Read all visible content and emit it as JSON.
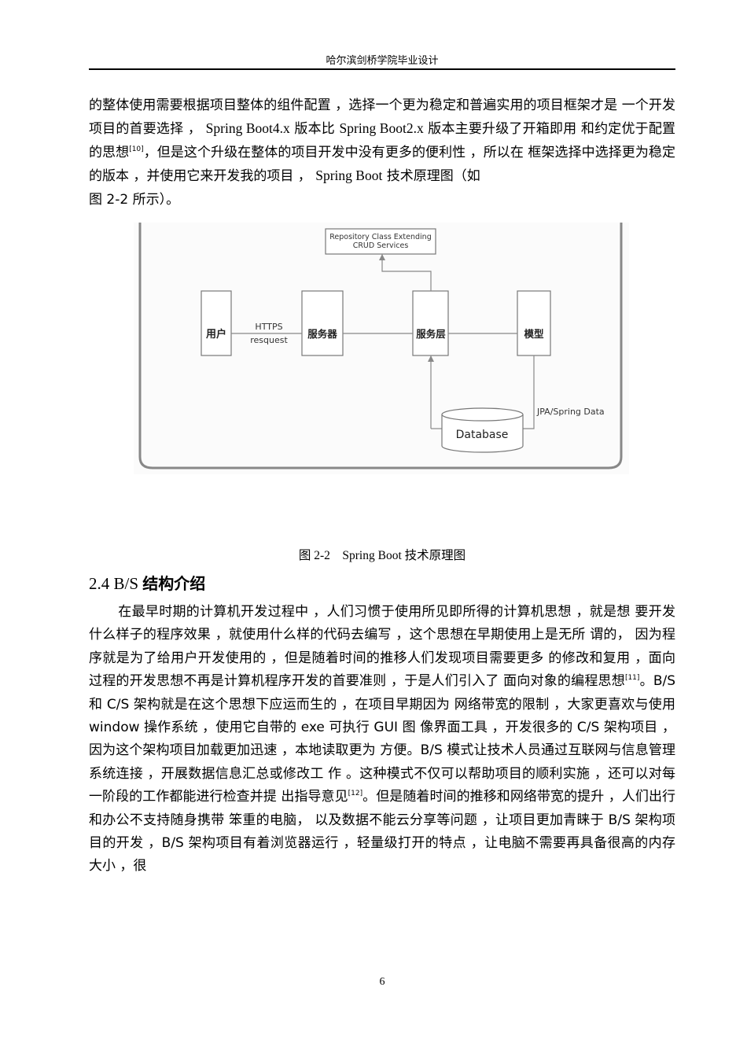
{
  "header": {
    "title": "哈尔滨剑桥学院毕业设计"
  },
  "paragraph1": {
    "text_a": "的整体使用需要根据项目整体的组件配置 ，选择一个更为稳定和普遍实用的项目框架才是 一个开发项目的首要选择 ， ",
    "text_b": "Spring Boot4.x",
    "text_c": " 版本比 ",
    "text_d": "Spring Boot2.x",
    "text_e": " 版本主要升级了开箱即用 和约定优于配置的思想",
    "ref": "[10]",
    "text_f": "，但是这个升级在整体的项目开发中没有更多的便利性 ，所以在 框架选择中选择更为稳定的版本 ，并使用它来开发我的项目 ， ",
    "text_g": "Spring Boot",
    "text_h": " 技术原理图（如",
    "text_i": "图 2-2 所示）。"
  },
  "figure": {
    "repository_line1": "Repository Class Extending",
    "repository_line2": "CRUD Services",
    "user_label": "用户",
    "protocol_line1": "HTTPS",
    "protocol_line2": "resquest",
    "server_label": "服务器",
    "service_layer_label": "服务层",
    "model_label": "模型",
    "data_access_label": "JPA/Spring Data",
    "database_label": "Database"
  },
  "caption": {
    "text": "图 2-2　Spring Boot 技术原理图"
  },
  "section": {
    "number": "2.4 B/S ",
    "title": "结构介绍"
  },
  "paragraph2": {
    "s1": "在最早时期的计算机开发过程中 ，人们习惯于使用所见即所得的计算机思想 ，就是想 要开发什么样子的程序效果 ，就使用什么样的代码去编写 ，这个思想在早期使用上是无所 谓的， 因为程序就是为了给用户开发使用的 ，但是随着时间的推移人们发现项目需要更多 的修改和复用 ，面向过程的开发思想不再是计算机程序开发的首要准则 ，于是人们引入了 面向对象的编程思想",
    "ref1": "[11]",
    "s2": "。B/S 和 C/S 架构就是在这个思想下应运而生的 ，在项目早期因为 网络带宽的限制 ，大家更喜欢与使用 window 操作系统 ，使用它自带的 exe 可执行 GUI 图 像界面工具 ，开发很多的 C/S 架构项目 ， 因为这个架构项目加载更加迅速 ，本地读取更为 方便。B/S 模式让技术人员通过互联网与信息管理系统连接 ，开展数据信息汇总或修改工 作 。这种模式不仅可以帮助项目的顺利实施 ，还可以对每一阶段的工作都能进行检查并提 出指导意见",
    "ref2": "[12]",
    "s3": "。但是随着时间的推移和网络带宽的提升 ，人们出行和办公不支持随身携带 笨重的电脑， 以及数据不能云分享等问题 ，让项目更加青睐于 B/S 架构项目的开发 ，B/S 架构项目有着浏览器运行 ，轻量级打开的特点 ，让电脑不需要再具备很高的内存大小 ，很"
  },
  "page_number": "6"
}
